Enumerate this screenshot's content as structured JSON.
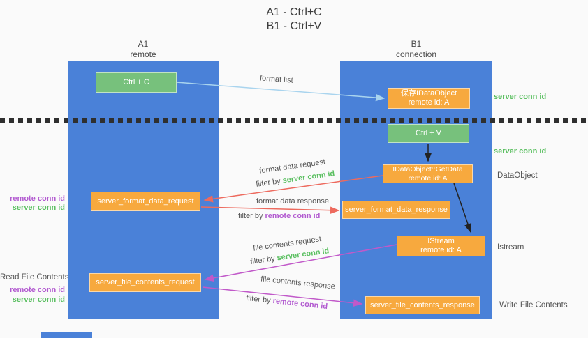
{
  "title": {
    "line1": "A1 - Ctrl+C",
    "line2": "B1 - Ctrl+V"
  },
  "columns": {
    "a1": {
      "name": "A1",
      "role": "remote"
    },
    "b1": {
      "name": "B1",
      "role": "connection"
    }
  },
  "boxes": {
    "ctrl_c": {
      "label": "Ctrl + C"
    },
    "save_idataobject": {
      "line1": "保存IDataObject",
      "line2": "remote id: A"
    },
    "ctrl_v": {
      "label": "Ctrl + V"
    },
    "getdata": {
      "line1": "IDataObject::GetData",
      "line2": "remote id: A"
    },
    "format_request": {
      "label": "server_format_data_request"
    },
    "format_response": {
      "label": "server_format_data_response"
    },
    "istream": {
      "line1": "IStream",
      "line2": "remote id: A"
    },
    "file_request": {
      "label": "server_file_contents_request"
    },
    "file_response": {
      "label": "server_file_contents_response"
    }
  },
  "arrows": {
    "format_list": "format list",
    "format_data_request": "format data request",
    "format_data_response": "format data response",
    "file_contents_request": "file contents request",
    "file_contents_response": "file contents response",
    "filter_by": "filter by",
    "server_conn_id": "server conn id",
    "remote_conn_id": "remote conn id"
  },
  "side_labels": {
    "server_conn_id_top": "server conn id",
    "server_conn_id_mid": "server conn id",
    "dataobject": "DataObject",
    "istream": "Istream",
    "write_file_contents": "Write File Contents",
    "remote_conn_id_a": "remote conn id",
    "server_conn_id_a": "server conn id",
    "read_file_contents": "Read File Contents",
    "remote_conn_id_b": "remote conn id",
    "server_conn_id_b": "server conn id"
  },
  "colors": {
    "lifeline_blue": "#4a81d8",
    "box_green": "#77c17c",
    "box_orange": "#f7a93e",
    "accent_green": "#5abf60",
    "accent_purple": "#b25ad0",
    "arrow_red": "#ed6a5e",
    "arrow_magenta": "#c159c9",
    "arrow_lightblue": "#a9d4ee",
    "arrow_black": "#222222"
  }
}
